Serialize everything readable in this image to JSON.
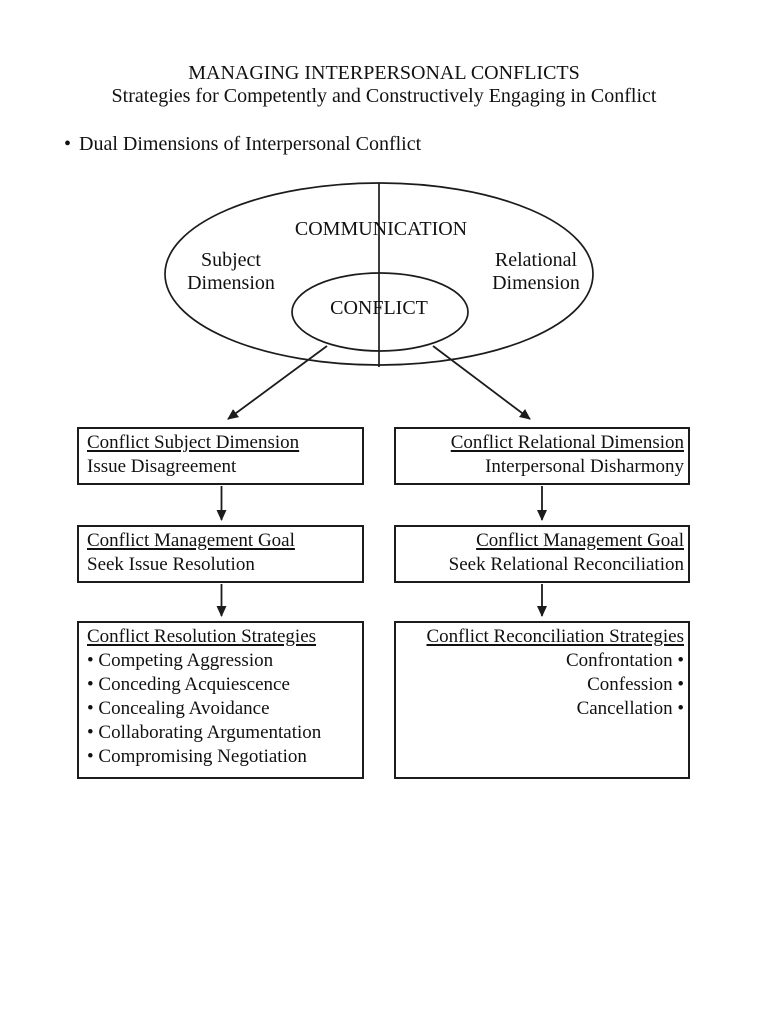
{
  "header": {
    "title": "MANAGING INTERPERSONAL CONFLICTS",
    "subtitle": "Strategies for Competently and Constructively Engaging in Conflict"
  },
  "section": {
    "bullet": "•",
    "label": "Dual Dimensions of Interpersonal Conflict"
  },
  "venn": {
    "outer_label": "COMMUNICATION",
    "inner_label": "CONFLICT",
    "left_label_line1": "Subject",
    "left_label_line2": "Dimension",
    "right_label_line1": "Relational",
    "right_label_line2": "Dimension"
  },
  "flow": {
    "left": [
      {
        "heading": "Conflict Subject Dimension",
        "lines": [
          "Issue Disagreement"
        ]
      },
      {
        "heading": "Conflict Management Goal",
        "lines": [
          "Seek Issue Resolution"
        ]
      },
      {
        "heading": "Conflict Resolution Strategies",
        "lines": [
          "• Competing Aggression",
          "• Conceding Acquiescence",
          "• Concealing Avoidance",
          "• Collaborating Argumentation",
          "• Compromising Negotiation"
        ]
      }
    ],
    "right": [
      {
        "heading": "Conflict Relational Dimension",
        "lines": [
          "Interpersonal Disharmony"
        ]
      },
      {
        "heading": "Conflict Management Goal",
        "lines": [
          "Seek Relational Reconciliation"
        ]
      },
      {
        "heading": "Conflict Reconciliation Strategies",
        "lines": [
          "Confrontation •",
          "Confession •",
          "Cancellation •"
        ]
      }
    ]
  },
  "colors": {
    "ink": "#111111",
    "line": "#1c1c1c",
    "background": "#ffffff"
  }
}
